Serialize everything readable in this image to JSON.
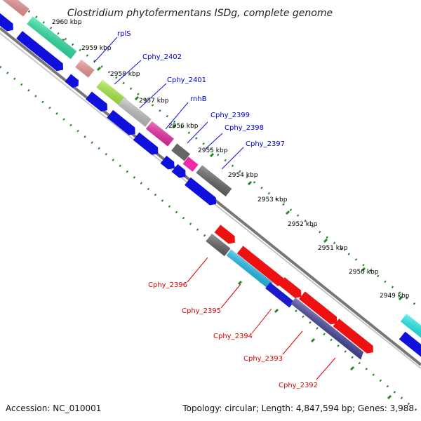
{
  "title": "Clostridium phytofermentans ISDg, complete genome",
  "accession": "Accession: NC_010001",
  "summary": "Topology: circular; Length: 4,847,594 bp; Genes: 3,988",
  "ticks": [
    "2960 kbp",
    "2959 kbp",
    "2958 kbp",
    "2957 kbp",
    "2956 kbp",
    "2955 kbp",
    "2954 kbp",
    "2953 kbp",
    "2952 kbp",
    "2951 kbp",
    "2950 kbp",
    "2949 kbp"
  ],
  "gene_labels_upper": [
    "rplS",
    "Cphy_2402",
    "Cphy_2401",
    "rnhB",
    "Cphy_2399",
    "Cphy_2398",
    "Cphy_2397"
  ],
  "gene_labels_lower": [
    "Cphy_2396",
    "Cphy_2395",
    "Cphy_2394",
    "Cphy_2393",
    "Cphy_2392"
  ],
  "colors": {
    "backbone": "#8c8c8c",
    "ticks": "#228822",
    "pink": "#f09a9a",
    "green": "#2ee5a5",
    "lime": "#aef048",
    "lightgray": "#c4c4c4",
    "magenta": "#ee2aa6",
    "darkgray": "#666666",
    "red": "#ee1111",
    "cyan": "#22bfee",
    "navy": "#44449a",
    "blue": "#1010dd",
    "aqua": "#22eeee"
  }
}
